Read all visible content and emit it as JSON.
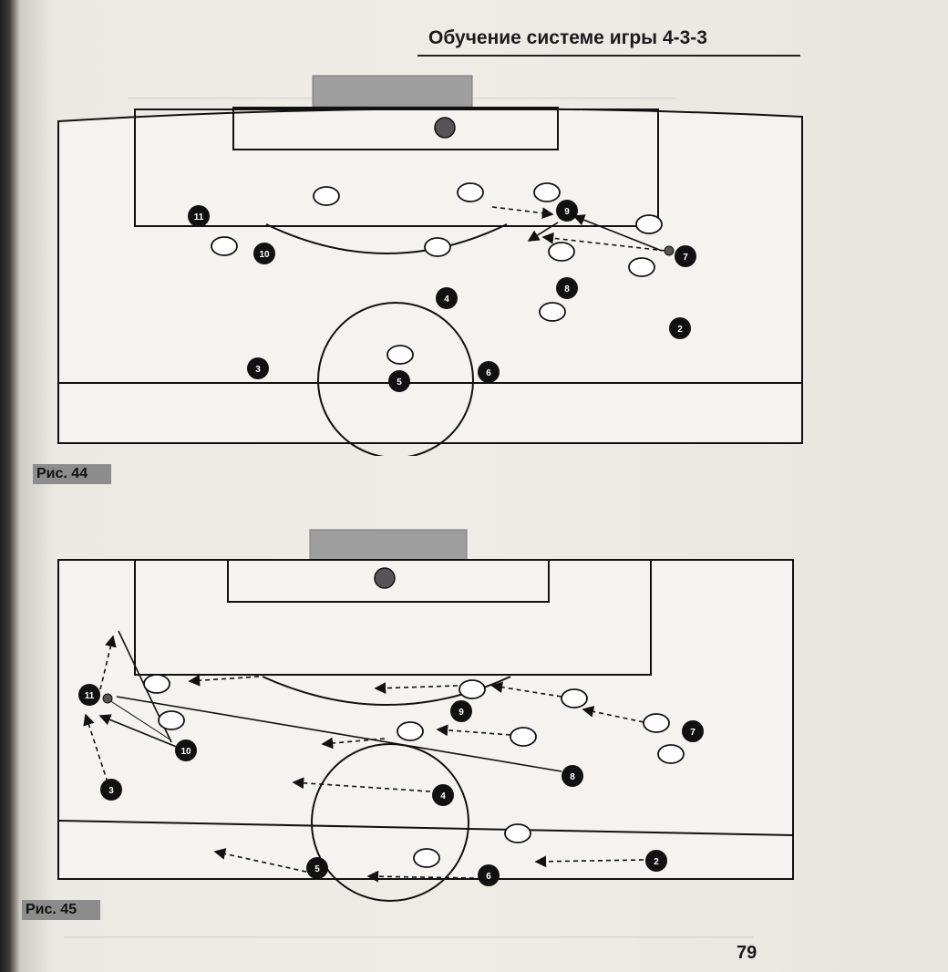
{
  "header": {
    "title": "Обучение системе игры 4-3-3"
  },
  "figures": [
    {
      "caption": "Рис. 44",
      "numbered_players": [
        "11",
        "10",
        "9",
        "7",
        "8",
        "4",
        "2",
        "3",
        "5",
        "6"
      ]
    },
    {
      "caption": "Рис. 45",
      "numbered_players": [
        "11",
        "10",
        "3",
        "9",
        "7",
        "8",
        "4",
        "5",
        "6",
        "2"
      ]
    }
  ],
  "page_number": "79",
  "colors": {
    "paper": "#eeece7",
    "ink": "#111111",
    "goal": "#9e9e9e",
    "caption_bg": "#8c8c8c"
  }
}
